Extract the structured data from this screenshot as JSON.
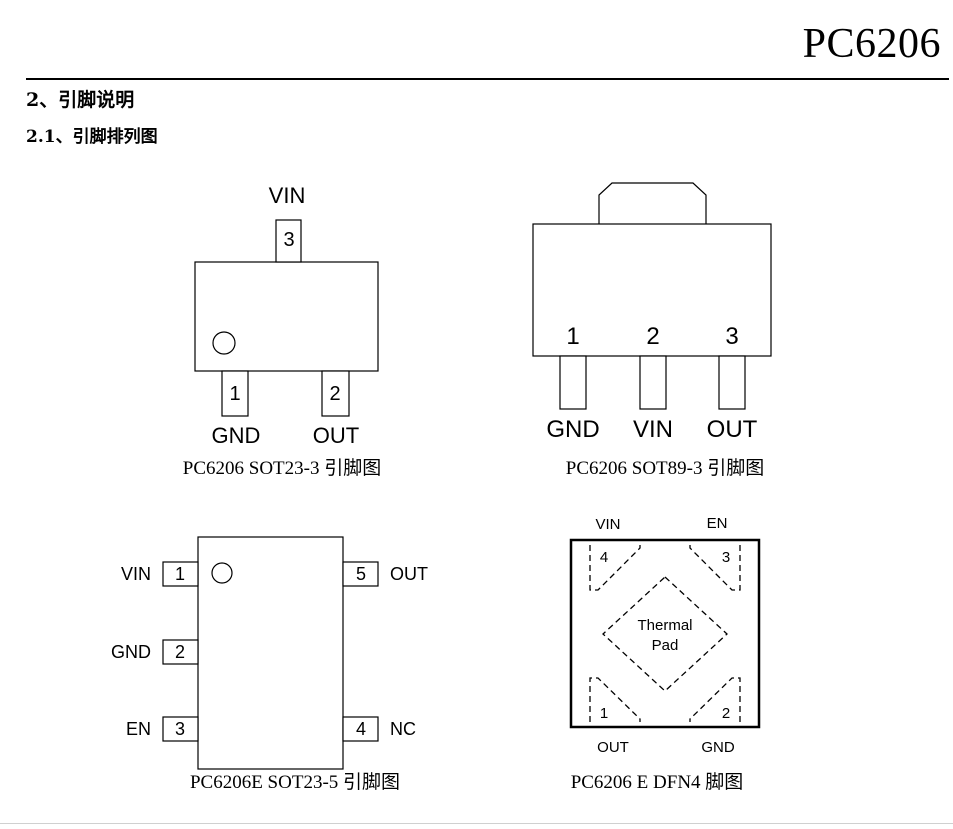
{
  "header": {
    "title": "PC6206"
  },
  "section": {
    "heading": "2、引脚说明",
    "subheading": "2.1、引脚排列图"
  },
  "sot23_3": {
    "top_pin_label": "VIN",
    "top_pin_number": "3",
    "pin1_number": "1",
    "pin2_number": "2",
    "pin1_label": "GND",
    "pin2_label": "OUT",
    "caption": "PC6206 SOT23-3 引脚图"
  },
  "sot89_3": {
    "pin_numbers": [
      "1",
      "2",
      "3"
    ],
    "pin_labels": [
      "GND",
      "VIN",
      "OUT"
    ],
    "caption": "PC6206 SOT89-3 引脚图"
  },
  "sot23_5": {
    "left_labels": [
      "VIN",
      "GND",
      "EN"
    ],
    "left_numbers": [
      "1",
      "2",
      "3"
    ],
    "right_labels": [
      "OUT",
      "NC"
    ],
    "right_numbers": [
      "5",
      "4"
    ],
    "caption": "PC6206E SOT23-5 引脚图"
  },
  "dfn4": {
    "top_labels": [
      "VIN",
      "EN"
    ],
    "bottom_labels": [
      "OUT",
      "GND"
    ],
    "pad_numbers": [
      "4",
      "3",
      "1",
      "2"
    ],
    "thermal_line1": "Thermal",
    "thermal_line2": "Pad",
    "caption": "PC6206 E DFN4 脚图"
  }
}
